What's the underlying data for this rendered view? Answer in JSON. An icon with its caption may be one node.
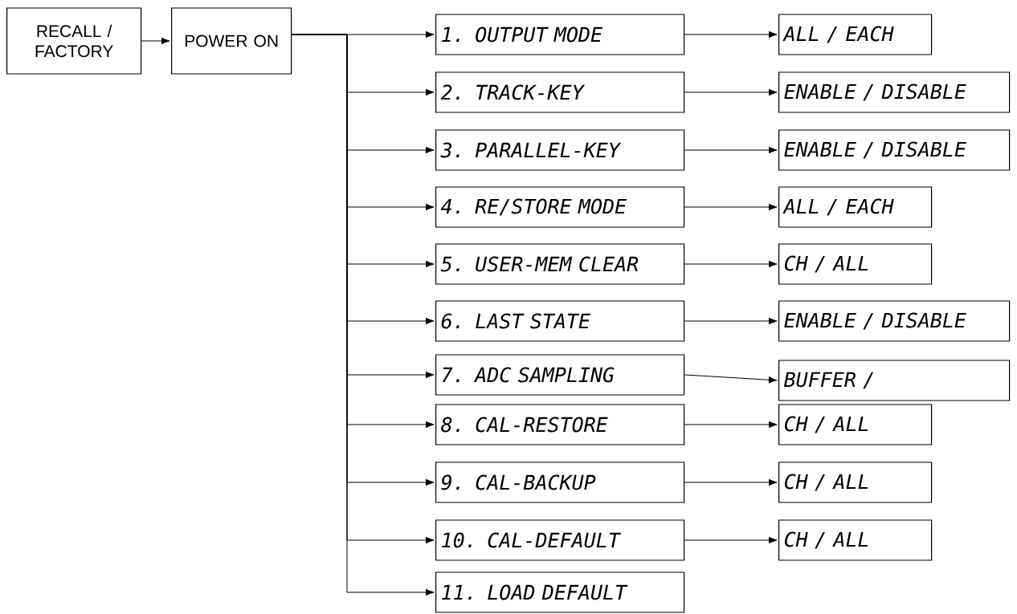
{
  "diagram": {
    "nodes": [
      {
        "text": [
          "RECALL / FACTORY"
        ]
      },
      {
        "text": [
          "POWER ON"
        ]
      },
      {
        "text": [
          "1. OUTPUT MODE"
        ]
      },
      {
        "text": [
          "ALL / EACH"
        ]
      },
      {
        "text": [
          "2. TRACK-KEY"
        ]
      },
      {
        "text": [
          "ENABLE / DISABLE"
        ]
      },
      {
        "text": [
          "3. PARALLEL-KEY"
        ]
      },
      {
        "text": [
          "ENABLE / DISABLE"
        ]
      },
      {
        "text": [
          "4. RE/STORE MODE"
        ]
      },
      {
        "text": [
          "ALL / EACH"
        ]
      },
      {
        "text": [
          "5. USER-MEM CLEAR"
        ]
      },
      {
        "text": [
          "CH / ALL"
        ]
      },
      {
        "text": [
          "6. LAST STATE"
        ]
      },
      {
        "text": [
          "ENABLE / DISABLE"
        ]
      },
      {
        "text": [
          "7. ADC SAMPLING"
        ]
      },
      {
        "text": [
          "BUFFER /"
        ]
      },
      {
        "text": [
          "8. CAL-RESTORE"
        ]
      },
      {
        "text": [
          "CH / ALL"
        ]
      },
      {
        "text": [
          "9. CAL-BACKUP"
        ]
      },
      {
        "text": [
          "CH / ALL"
        ]
      },
      {
        "text": [
          "10. CAL-DEFAULT"
        ]
      },
      {
        "text": [
          "CH / ALL"
        ]
      },
      {
        "text": [
          "11. LOAD DEFAULT"
        ]
      }
    ],
    "edges": [
      {
        "from": 0,
        "to": 1,
        "arrow": "to"
      },
      {
        "from": 1,
        "to": 2,
        "arrow": "to"
      },
      {
        "from": 1,
        "to": 4,
        "arrow": "to"
      },
      {
        "from": 1,
        "to": 6,
        "arrow": "to"
      },
      {
        "from": 1,
        "to": 8,
        "arrow": "to"
      },
      {
        "from": 1,
        "to": 10,
        "arrow": "to"
      },
      {
        "from": 1,
        "to": 12,
        "arrow": "to"
      },
      {
        "from": 1,
        "to": 14,
        "arrow": "to"
      },
      {
        "from": 1,
        "to": 16,
        "arrow": "to"
      },
      {
        "from": 1,
        "to": 18,
        "arrow": "to"
      },
      {
        "from": 1,
        "to": 20,
        "arrow": "to"
      },
      {
        "from": 1,
        "to": 22,
        "arrow": "to"
      },
      {
        "from": 2,
        "to": 3,
        "arrow": "to"
      },
      {
        "from": 4,
        "to": 5,
        "arrow": "to"
      },
      {
        "from": 6,
        "to": 7,
        "arrow": "to"
      },
      {
        "from": 8,
        "to": 9,
        "arrow": "to"
      },
      {
        "from": 10,
        "to": 11,
        "arrow": "to"
      },
      {
        "from": 12,
        "to": 13,
        "arrow": "to"
      },
      {
        "from": 14,
        "to": 15,
        "arrow": "to"
      },
      {
        "from": 16,
        "to": 17,
        "arrow": "to"
      },
      {
        "from": 18,
        "to": 19,
        "arrow": "to"
      },
      {
        "from": 20,
        "to": 21,
        "arrow": "to"
      }
    ]
  }
}
